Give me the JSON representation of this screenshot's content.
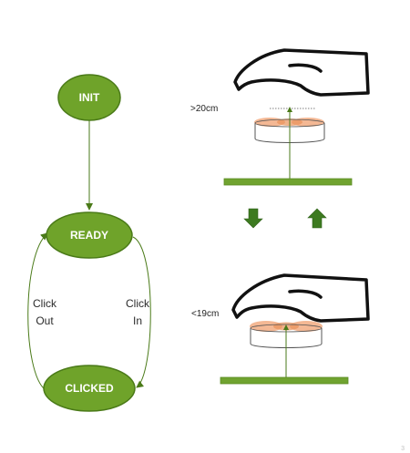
{
  "colors": {
    "node_fill": "#6fa32a",
    "node_stroke": "#4a7a18",
    "edge": "#4a7a18",
    "bar_fill": "#70a330",
    "bar_stroke": "#5a8a22",
    "arrow_fill": "#3d7a20",
    "disc_glow": "#f0a070",
    "hand_stroke": "#111111"
  },
  "state_machine": {
    "nodes": {
      "init": "INIT",
      "ready": "READY",
      "clicked": "CLICKED"
    },
    "edges": {
      "click_out": [
        "Click",
        "Out"
      ],
      "click_in": [
        "Click",
        "In"
      ]
    }
  },
  "illustration": {
    "top_distance": ">20cm",
    "bottom_distance": "<19cm",
    "direction_icons": [
      "arrow-down-icon",
      "arrow-up-icon"
    ]
  },
  "page_number": "3"
}
